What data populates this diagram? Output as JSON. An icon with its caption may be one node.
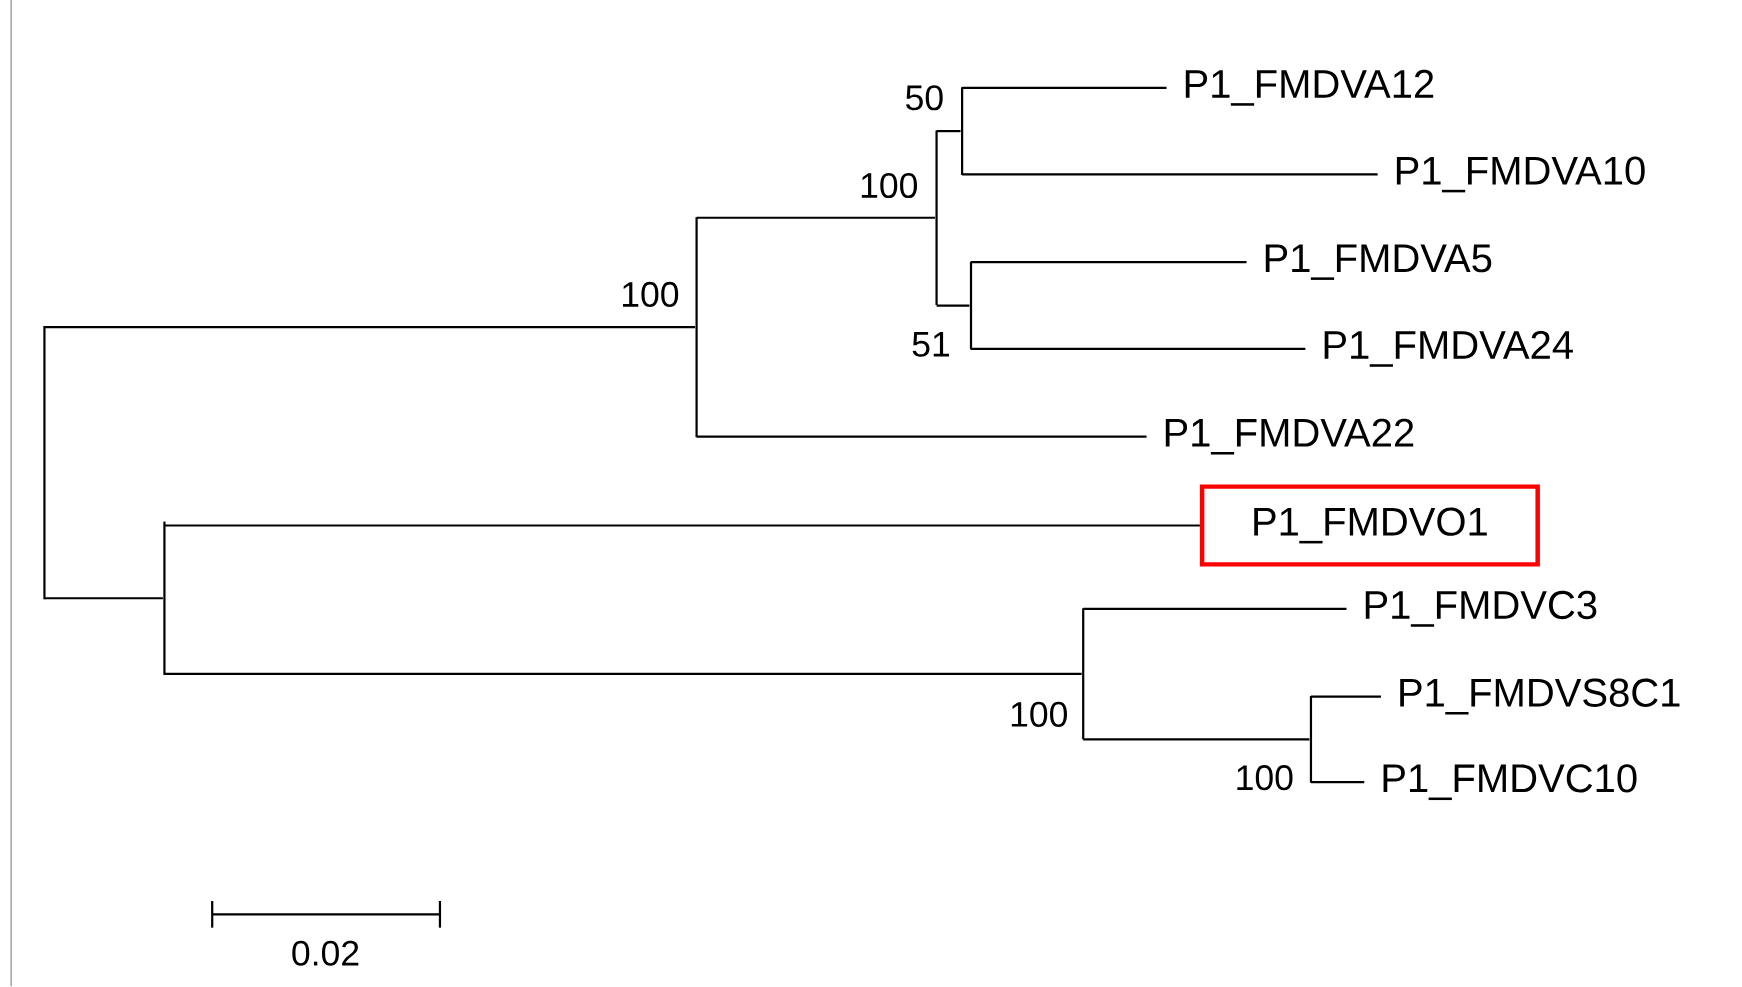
{
  "diagram": {
    "nodes": [
      {
        "text": [],
        "shape": "bar"
      },
      {
        "text": [],
        "shape": "bar",
        "beside": [
          "100"
        ]
      },
      {
        "text": [],
        "shape": "bar",
        "beside": [
          "100"
        ]
      },
      {
        "text": [],
        "shape": "bar",
        "beside": [
          "50"
        ]
      },
      {
        "text": [
          "P1_FMDVA12"
        ]
      },
      {
        "text": [
          "P1_FMDVA10"
        ]
      },
      {
        "text": [],
        "shape": "bar",
        "beside": [
          "51"
        ]
      },
      {
        "text": [
          "P1_FMDVA5"
        ]
      },
      {
        "text": [
          "P1_FMDVA24"
        ]
      },
      {
        "text": [
          "P1_FMDVA22"
        ]
      },
      {
        "text": [],
        "shape": "bar"
      },
      {
        "text": [
          "P1_FMDVO1"
        ]
      },
      {
        "text": [],
        "shape": "bar",
        "beside": [
          "100"
        ]
      },
      {
        "text": [
          "P1_FMDVC3"
        ]
      },
      {
        "text": [],
        "shape": "bar",
        "beside": [
          "100"
        ]
      },
      {
        "text": [
          "P1_FMDVS8C1"
        ]
      },
      {
        "text": [
          "P1_FMDVC10"
        ]
      }
    ],
    "edges": [
      {
        "from": 0,
        "to": 1,
        "arrow": "none"
      },
      {
        "from": 1,
        "to": 2,
        "arrow": "none"
      },
      {
        "from": 2,
        "to": 3,
        "arrow": "none"
      },
      {
        "from": 3,
        "to": 4,
        "arrow": "none"
      },
      {
        "from": 3,
        "to": 5,
        "arrow": "none"
      },
      {
        "from": 2,
        "to": 6,
        "arrow": "none"
      },
      {
        "from": 6,
        "to": 7,
        "arrow": "none"
      },
      {
        "from": 6,
        "to": 8,
        "arrow": "none"
      },
      {
        "from": 1,
        "to": 9,
        "arrow": "none"
      },
      {
        "from": 0,
        "to": 10,
        "arrow": "none"
      },
      {
        "from": 10,
        "to": 11,
        "arrow": "none"
      },
      {
        "from": 10,
        "to": 12,
        "arrow": "none"
      },
      {
        "from": 12,
        "to": 13,
        "arrow": "none"
      },
      {
        "from": 12,
        "to": 14,
        "arrow": "none"
      },
      {
        "from": 14,
        "to": 15,
        "arrow": "none"
      },
      {
        "from": 14,
        "to": 16,
        "arrow": "none"
      }
    ],
    "labels": [
      "0.02"
    ]
  }
}
